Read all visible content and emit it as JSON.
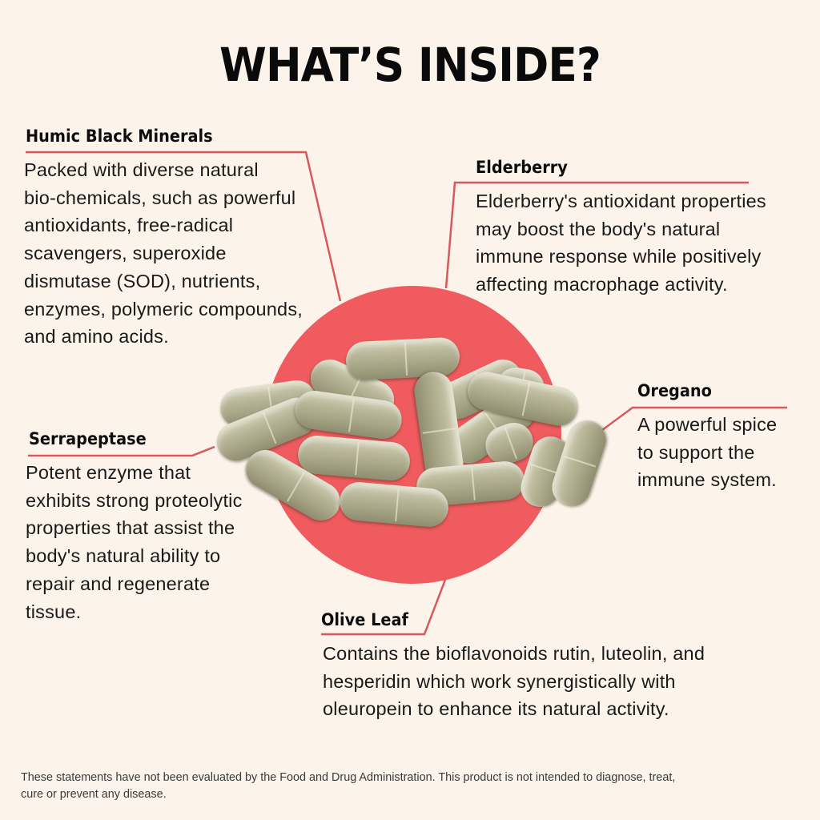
{
  "title": "WHAT’S INSIDE?",
  "colors": {
    "background": "#fcf4ea",
    "accent_circle": "#ef5b5e",
    "connector_line": "#d9585c",
    "text": "#111111"
  },
  "ingredients": [
    {
      "name": "Humic Black Minerals",
      "description": "Packed with diverse natural\nbio-chemicals, such as powerful\nantioxidants, free-radical\nscavengers, superoxide\ndismutase (SOD), nutrients,\nenzymes, polymeric compounds,\nand amino acids."
    },
    {
      "name": "Elderberry",
      "description": "Elderberry's antioxidant properties\nmay boost the body's natural\nimmune response while positively\naffecting macrophage activity."
    },
    {
      "name": "Oregano",
      "description": "A powerful spice\nto support the\nimmune system."
    },
    {
      "name": "Serrapeptase",
      "description": "Potent enzyme that\nexhibits strong proteolytic\nproperties that assist the\nbody's natural ability to\nrepair and regenerate\ntissue."
    },
    {
      "name": "Olive Leaf",
      "description": "Contains the bioflavonoids rutin, luteolin, and\nhesperidin which work synergistically with\noleuropein to enhance its natural activity."
    }
  ],
  "product_image": {
    "subject": "pile of green-powder vegetable capsules"
  },
  "disclaimer": "These statements have not been evaluated by the Food and Drug Administration. This product is not intended to diagnose, treat,\ncure or prevent any disease."
}
